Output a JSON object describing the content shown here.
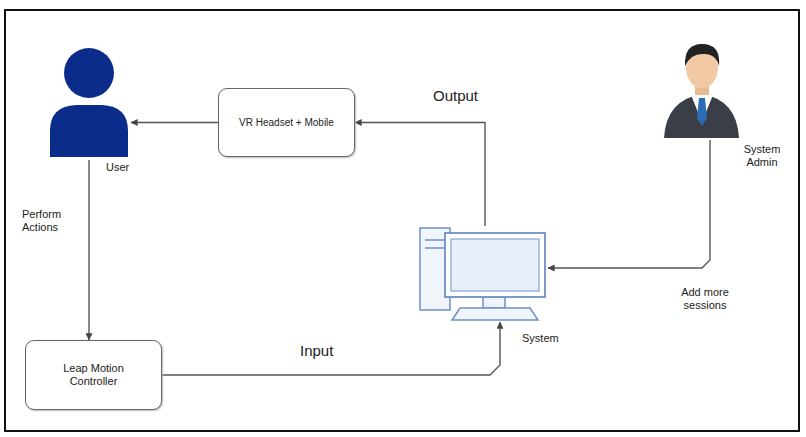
{
  "diagram": {
    "nodes": [
      {
        "text": [
          "User"
        ]
      },
      {
        "text": [
          "VR Headset + Mobile"
        ]
      },
      {
        "text": [
          "System Admin"
        ]
      },
      {
        "text": [
          "System"
        ]
      },
      {
        "text": [
          "Leap Motion Controller"
        ]
      }
    ],
    "edges": [
      {
        "from": 1,
        "to": 0,
        "arrow": "to"
      },
      {
        "from": 3,
        "to": 1,
        "arrow": "to",
        "label": "Output"
      },
      {
        "from": 0,
        "to": 4,
        "arrow": "to",
        "label": "Perform Actions"
      },
      {
        "from": 4,
        "to": 3,
        "arrow": "to",
        "label": "Input"
      },
      {
        "from": 2,
        "to": 3,
        "arrow": "to",
        "label": "Add more sessions"
      }
    ]
  }
}
